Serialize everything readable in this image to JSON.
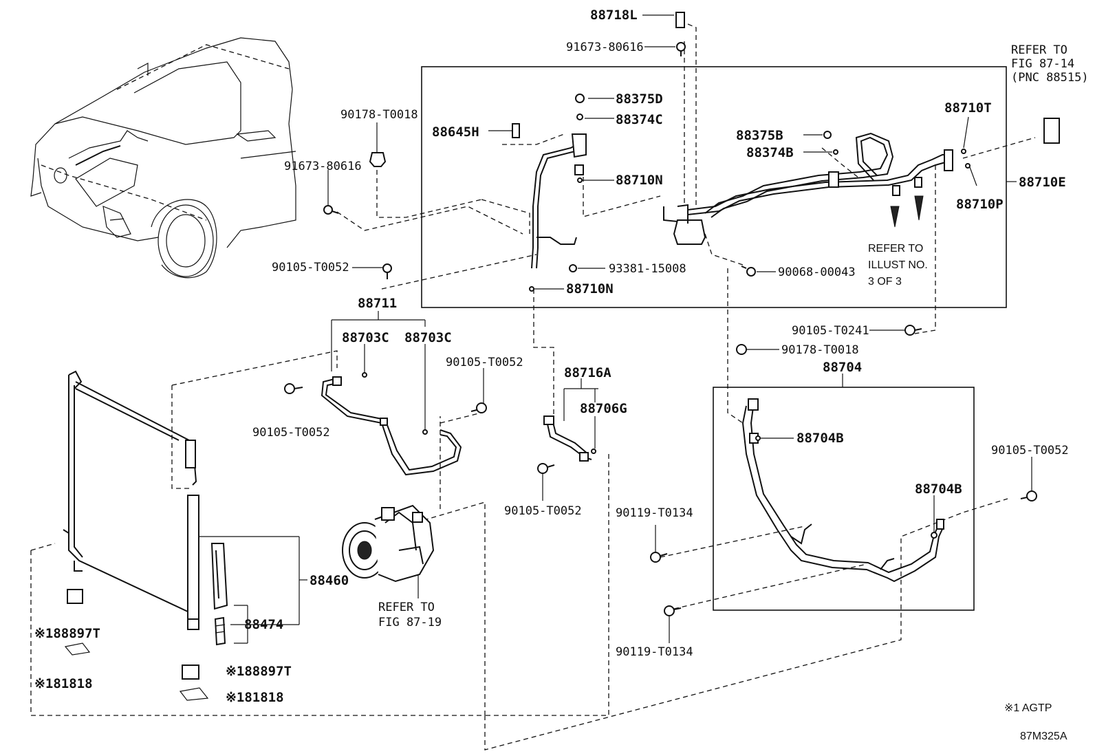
{
  "labels": {
    "p88718L": "88718L",
    "p91673_top": "91673-80616",
    "refer1": "REFER TO",
    "refer1b": "FIG 87-14",
    "refer1c": "(PNC 88515)",
    "p88375D": "88375D",
    "p88374C": "88374C",
    "p90178_top": "90178-T0018",
    "p88645H": "88645H",
    "p88710T": "88710T",
    "p88375B": "88375B",
    "p88374B": "88374B",
    "p88710N_top": "88710N",
    "p91673_left": "91673-80616",
    "p88710E": "88710E",
    "p88710P": "88710P",
    "refer2a": "REFER TO",
    "refer2b": "ILLUST NO.",
    "refer2c": "3 OF 3",
    "p90105_a": "90105-T0052",
    "p93381": "93381-15008",
    "p90068": "90068-00043",
    "p88710N_bot": "88710N",
    "p88711": "88711",
    "p90105_T0241": "90105-T0241",
    "p88703C_a": "88703C",
    "p88703C_b": "88703C",
    "p90178_mid": "90178-T0018",
    "p90105_b": "90105-T0052",
    "p88704": "88704",
    "p88716A": "88716A",
    "p88706G": "88706G",
    "p90105_c": "90105-T0052",
    "p88704B_a": "88704B",
    "p90105_d": "90105-T0052",
    "p88704B_b": "88704B",
    "p90105_e": "90105-T0052",
    "p90119_a": "90119-T0134",
    "p88460": "88460",
    "refer3a": "REFER TO",
    "refer3b": "FIG 87-19",
    "p88474": "88474",
    "p88897T_a": "※188897T",
    "p81818_a": "※181818",
    "p88897T_b": "※188897T",
    "p81818_b": "※181818",
    "p90119_b": "90119-T0134",
    "note": "※1 AGTP",
    "code": "87M325A"
  }
}
